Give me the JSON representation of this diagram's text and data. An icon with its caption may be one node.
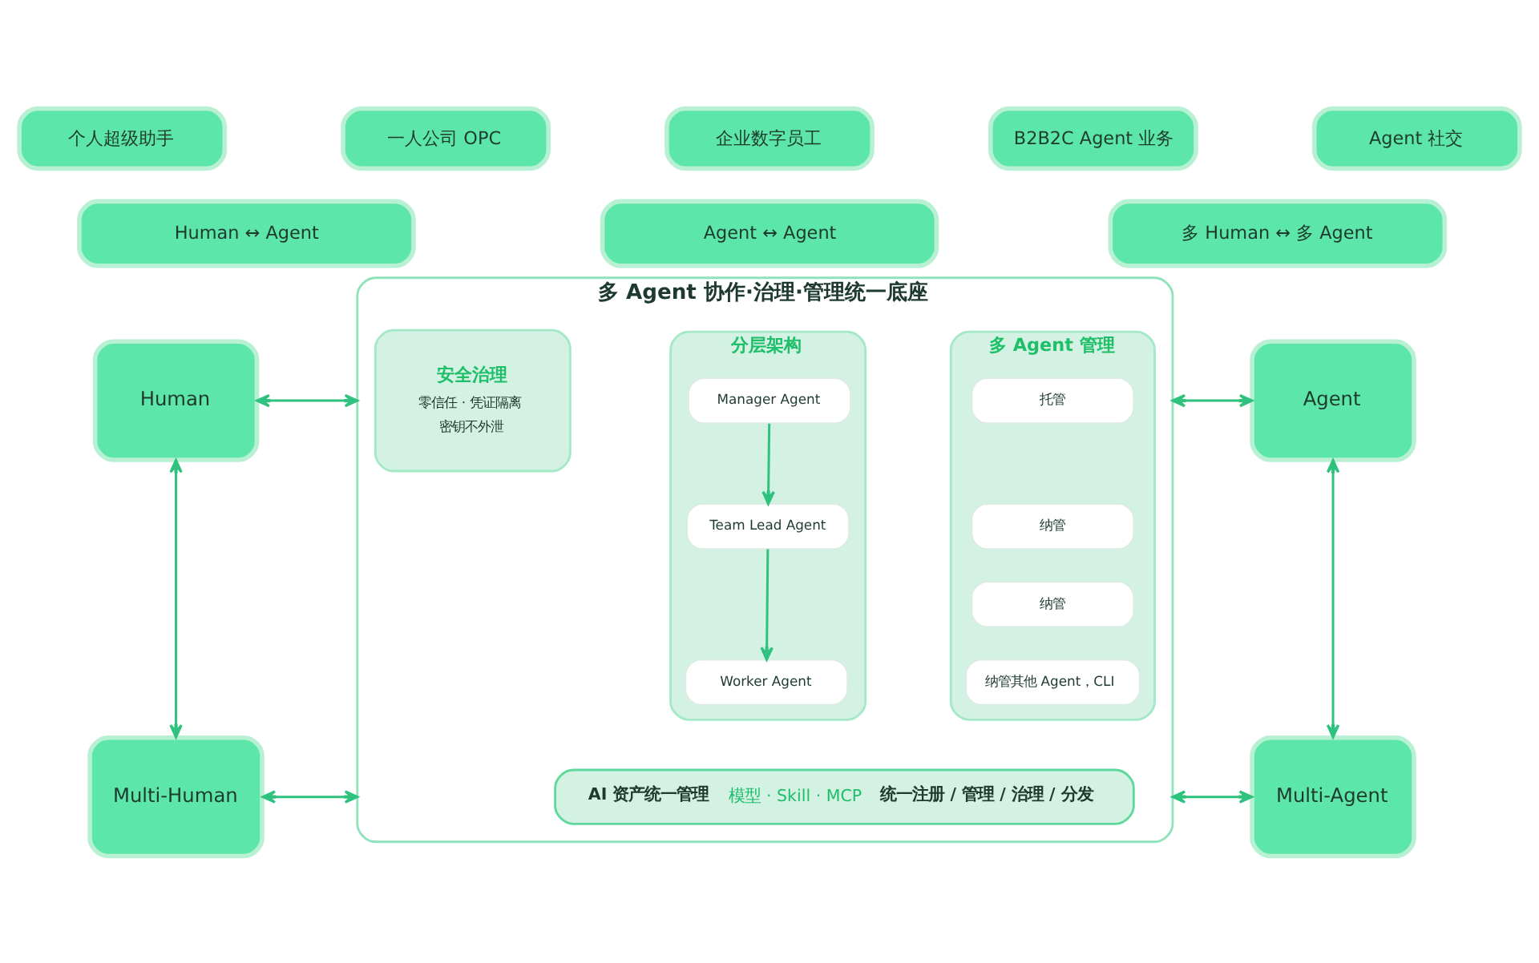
{
  "diagram": {
    "nodes": [
      {
        "text": [
          "个人超级助手"
        ]
      },
      {
        "text": [
          "一人公司 OPC"
        ]
      },
      {
        "text": [
          "企业数字员工"
        ]
      },
      {
        "text": [
          "B2B2C Agent 业务"
        ]
      },
      {
        "text": [
          "Agent 社交"
        ]
      },
      {
        "text": [
          "Human ↔ Agent"
        ]
      },
      {
        "text": [
          "Agent ↔ Agent"
        ]
      },
      {
        "text": [
          "多 Human ↔ 多 Agent"
        ]
      },
      {
        "text": [
          "Human"
        ]
      },
      {
        "text": [
          "Multi-Human"
        ]
      },
      {
        "text": [
          "多 Agent 协作·治理·管理统一底座"
        ]
      },
      {
        "text": [
          "安全治理",
          "零信任 · 凭证隔离",
          "密钥不外泄"
        ],
        "in": 10
      },
      {
        "text": [
          "分层架构"
        ],
        "in": 10
      },
      {
        "text": [
          "Manager Agent"
        ],
        "in": 12
      },
      {
        "text": [
          "Team Lead Agent"
        ],
        "in": 12
      },
      {
        "text": [
          "Worker Agent"
        ],
        "in": 12
      },
      {
        "text": [
          "多 Agent 管理"
        ],
        "in": 10
      },
      {
        "text": [
          "托管"
        ],
        "in": 16
      },
      {
        "text": [
          "纳管"
        ],
        "in": 16
      },
      {
        "text": [
          "纳管"
        ],
        "in": 16
      },
      {
        "text": [
          "纳管其他 Agent，CLI"
        ],
        "in": 16
      },
      {
        "text": [
          "AI 资产统一管理",
          "模型 · Skill · MCP",
          "统一注册 / 管理 / 治理 / 分发"
        ],
        "in": 10
      },
      {
        "text": [
          "Agent"
        ]
      },
      {
        "text": [
          "Multi-Agent"
        ]
      }
    ],
    "edges": [
      {
        "from": 8,
        "to": 10,
        "arrow": "both"
      },
      {
        "from": 10,
        "to": 22,
        "arrow": "both"
      },
      {
        "from": 8,
        "to": 9,
        "arrow": "both"
      },
      {
        "from": 22,
        "to": 23,
        "arrow": "both"
      },
      {
        "from": 9,
        "to": 10,
        "arrow": "both"
      },
      {
        "from": 10,
        "to": 23,
        "arrow": "both"
      },
      {
        "from": 13,
        "to": 14,
        "arrow": "to"
      },
      {
        "from": 14,
        "to": 15,
        "arrow": "to"
      }
    ]
  }
}
